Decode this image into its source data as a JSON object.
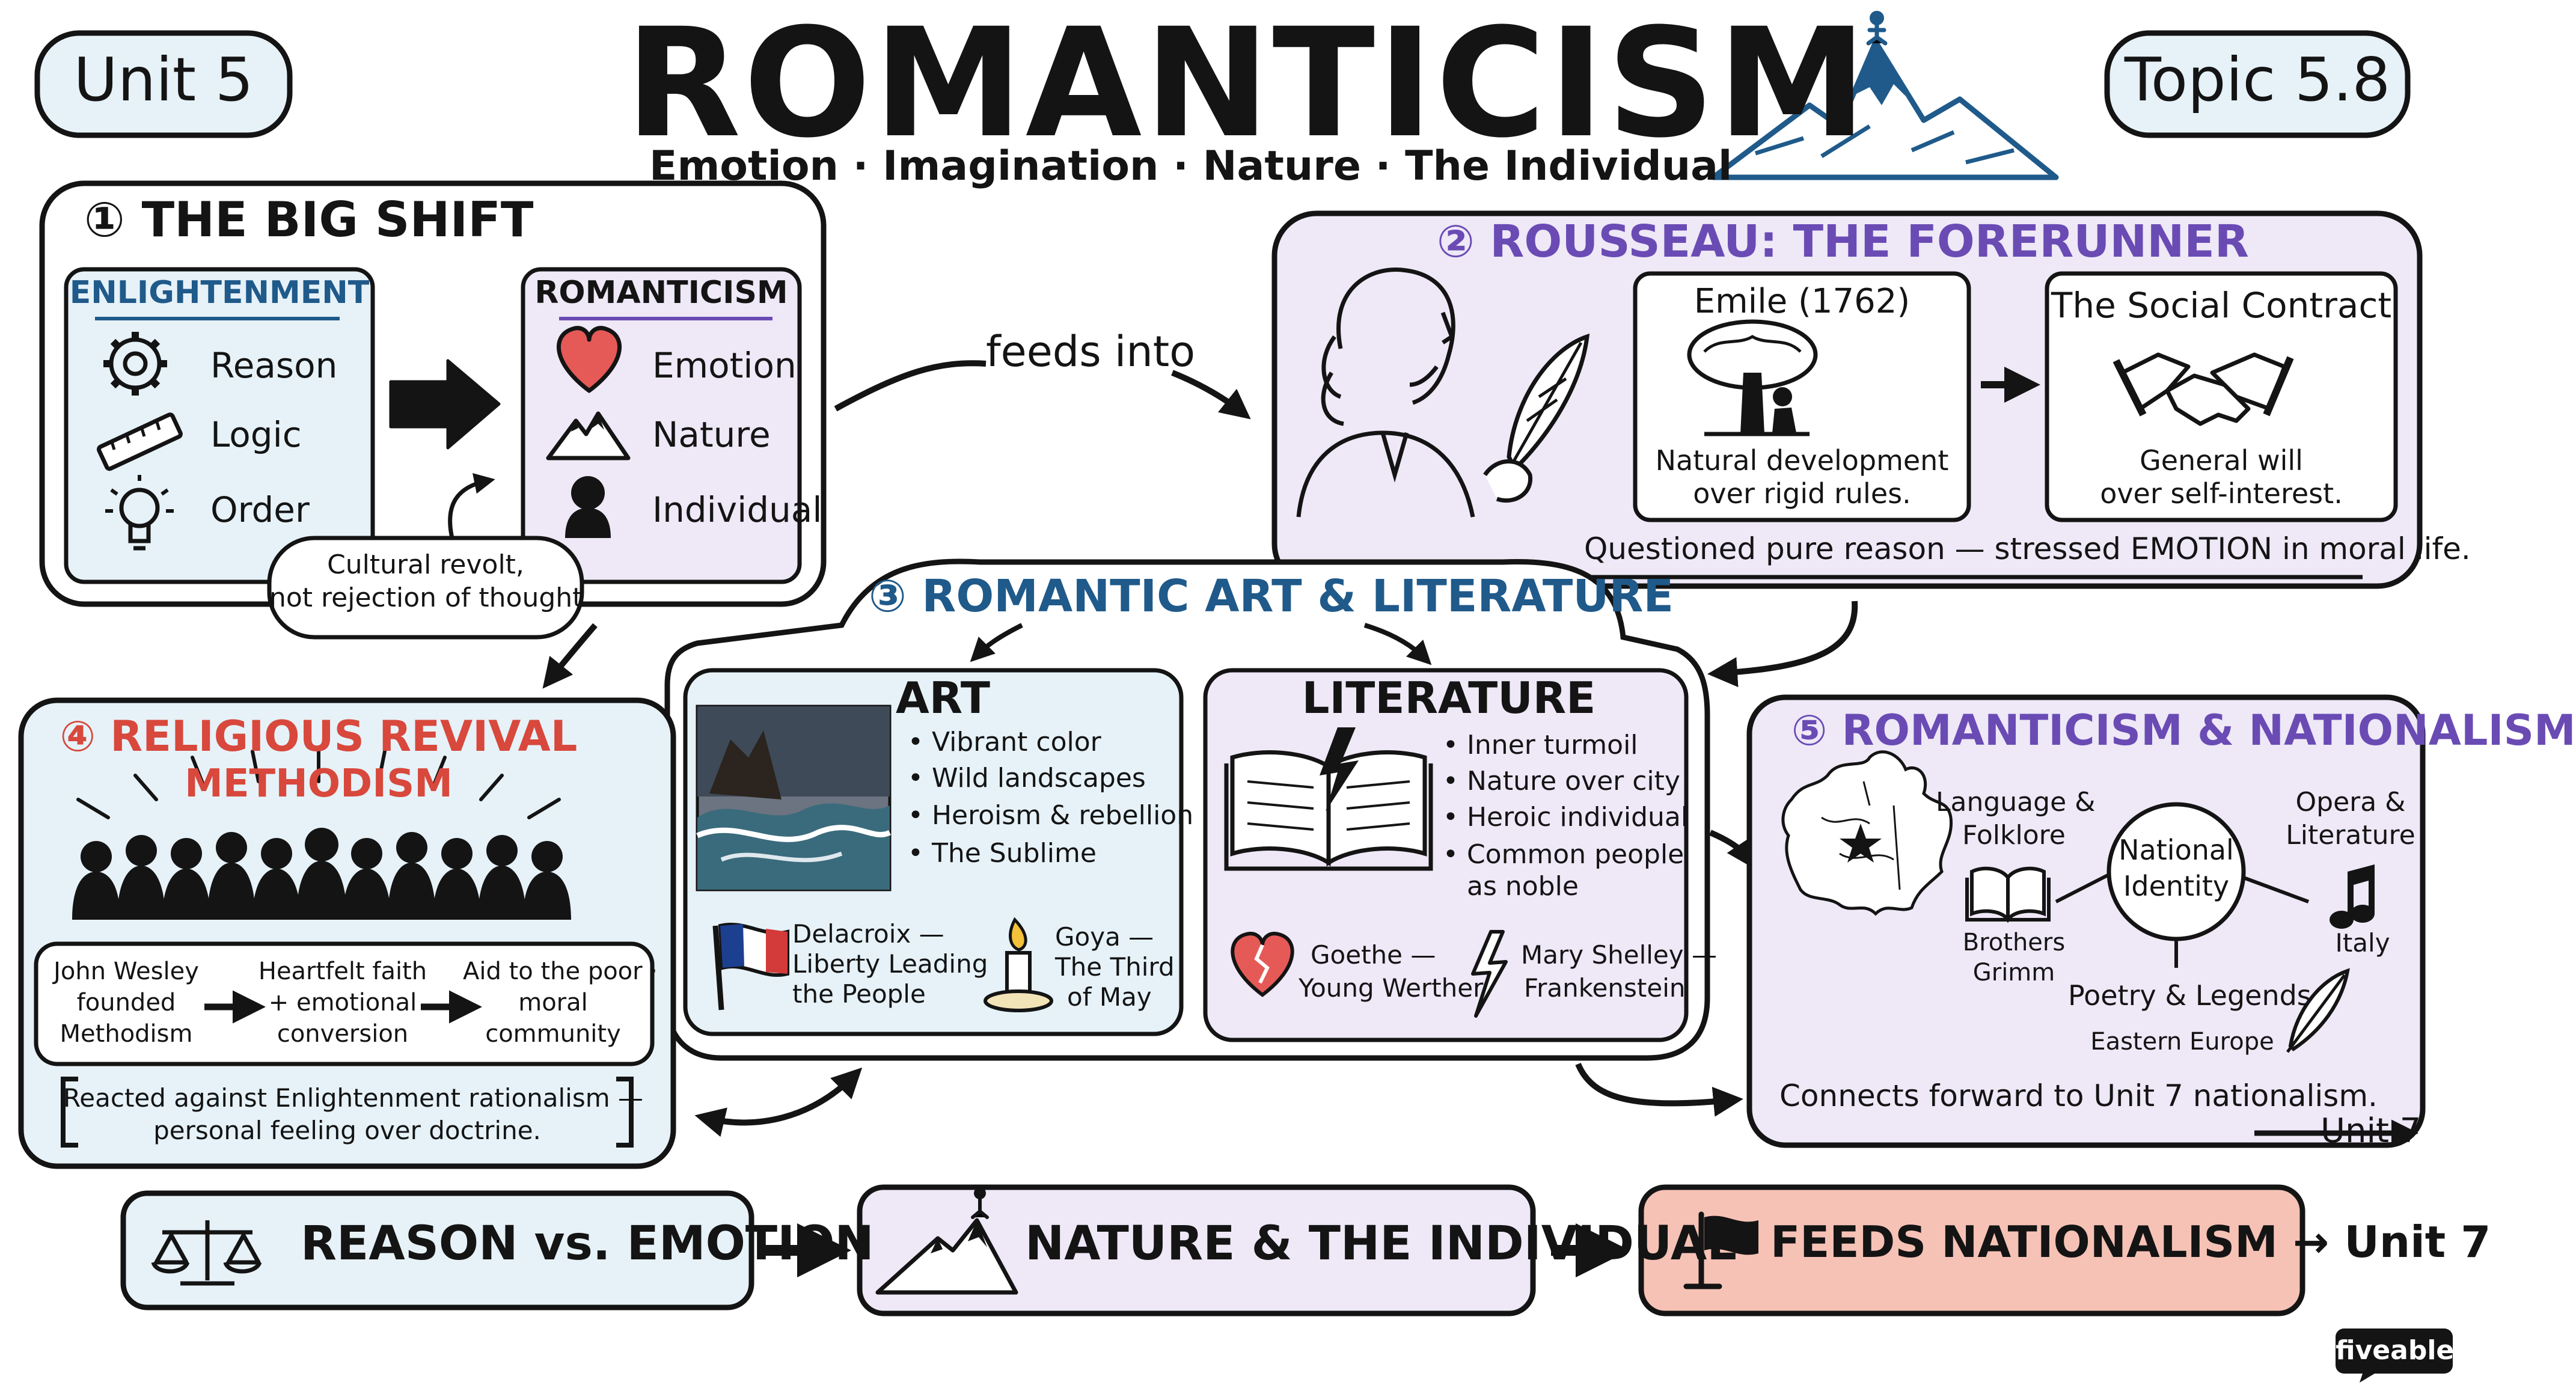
{
  "header": {
    "unit_badge": "Unit 5",
    "title": "ROMANTICISM",
    "subtitle": "Emotion · Imagination · Nature · The Individual",
    "topic_badge": "Topic 5.8"
  },
  "big_shift": {
    "title": "① THE BIG SHIFT",
    "enlightenment": {
      "heading": "ENLIGHTENMENT",
      "items": [
        "Reason",
        "Logic",
        "Order"
      ]
    },
    "romanticism": {
      "heading": "ROMANTICISM",
      "items": [
        "Emotion",
        "Nature",
        "Individual"
      ]
    },
    "note_line1": "Cultural revolt,",
    "note_line2": "not rejection of thought."
  },
  "feeds_into": "feeds into",
  "rousseau": {
    "title": "② ROUSSEAU: THE FORERUNNER",
    "emile": {
      "title": "Emile (1762)",
      "line1": "Natural development",
      "line2": "over rigid rules."
    },
    "social_contract": {
      "title": "The Social Contract",
      "line1": "General will",
      "line2": "over self-interest."
    },
    "summary": "Questioned pure reason — stressed EMOTION in moral life."
  },
  "art_lit": {
    "title": "③ ROMANTIC ART & LITERATURE",
    "art": {
      "heading": "ART",
      "bullets": [
        "• Vibrant color",
        "• Wild landscapes",
        "• Heroism & rebellion",
        "• The Sublime"
      ],
      "delacroix": [
        "Delacroix —",
        "Liberty Leading",
        "the People"
      ],
      "goya": [
        "Goya —",
        "The Third",
        "of May"
      ]
    },
    "literature": {
      "heading": "LITERATURE",
      "bullets": [
        "• Inner turmoil",
        "• Nature over city",
        "• Heroic individual",
        "• Common people",
        "as noble"
      ],
      "goethe": [
        "Goethe —",
        "Young Werther"
      ],
      "shelley": [
        "Mary Shelley —",
        "Frankenstein"
      ]
    }
  },
  "religious": {
    "title_line1": "④ RELIGIOUS REVIVAL",
    "title_line2": "METHODISM",
    "flow": [
      [
        "John Wesley",
        "founded",
        "Methodism"
      ],
      [
        "Heartfelt faith",
        "+ emotional",
        "conversion"
      ],
      [
        "Aid to the poor ·",
        "moral",
        "community"
      ]
    ],
    "note_line1": "Reacted against Enlightenment rationalism —",
    "note_line2": "personal feeling over doctrine."
  },
  "nationalism": {
    "title": "⑤ ROMANTICISM & NATIONALISM",
    "language": [
      "Language &",
      "Folklore"
    ],
    "brothers": [
      "Brothers",
      "Grimm"
    ],
    "identity": [
      "National",
      "Identity"
    ],
    "opera": [
      "Opera &",
      "Literature"
    ],
    "italy": "Italy",
    "poetry": "Poetry & Legends",
    "eastern": "Eastern Europe",
    "connects": "Connects forward to Unit 7 nationalism.",
    "unit7": "Unit 7"
  },
  "bottom": {
    "reason_emotion": "REASON vs. EMOTION",
    "nature_individual": "NATURE & THE INDIVIDUAL",
    "feeds_nationalism": "FEEDS NATIONALISM → Unit 7"
  },
  "brand": "fiveable",
  "colors": {
    "ink": "#141414",
    "blue_title": "#1f5a8a",
    "purple_title": "#6a4bb4",
    "red_title": "#d8483c",
    "blue_fill": "#e6f2f8",
    "purple_fill": "#eee8f7",
    "salmon_fill": "#f6c2b6",
    "heart_red": "#e55a57"
  }
}
